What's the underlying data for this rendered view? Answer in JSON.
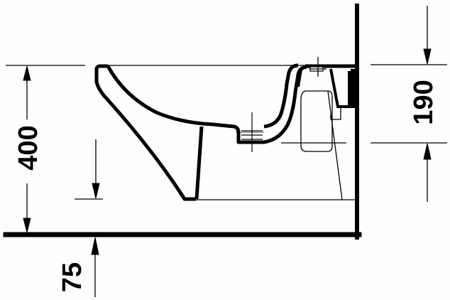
{
  "drawing": {
    "type": "technical side-view drawing",
    "subject": "wall-hung bidet",
    "units": "mm",
    "colors": {
      "line": "#000000",
      "background": "#fdfefd"
    }
  },
  "dimensions": {
    "height_to_rim": {
      "label": "400",
      "orientation": "vertical",
      "position": "left"
    },
    "inlet_offset": {
      "label": "190",
      "orientation": "vertical",
      "position": "right"
    },
    "floor_offset": {
      "label": "75",
      "orientation": "vertical",
      "position": "bottom"
    }
  }
}
